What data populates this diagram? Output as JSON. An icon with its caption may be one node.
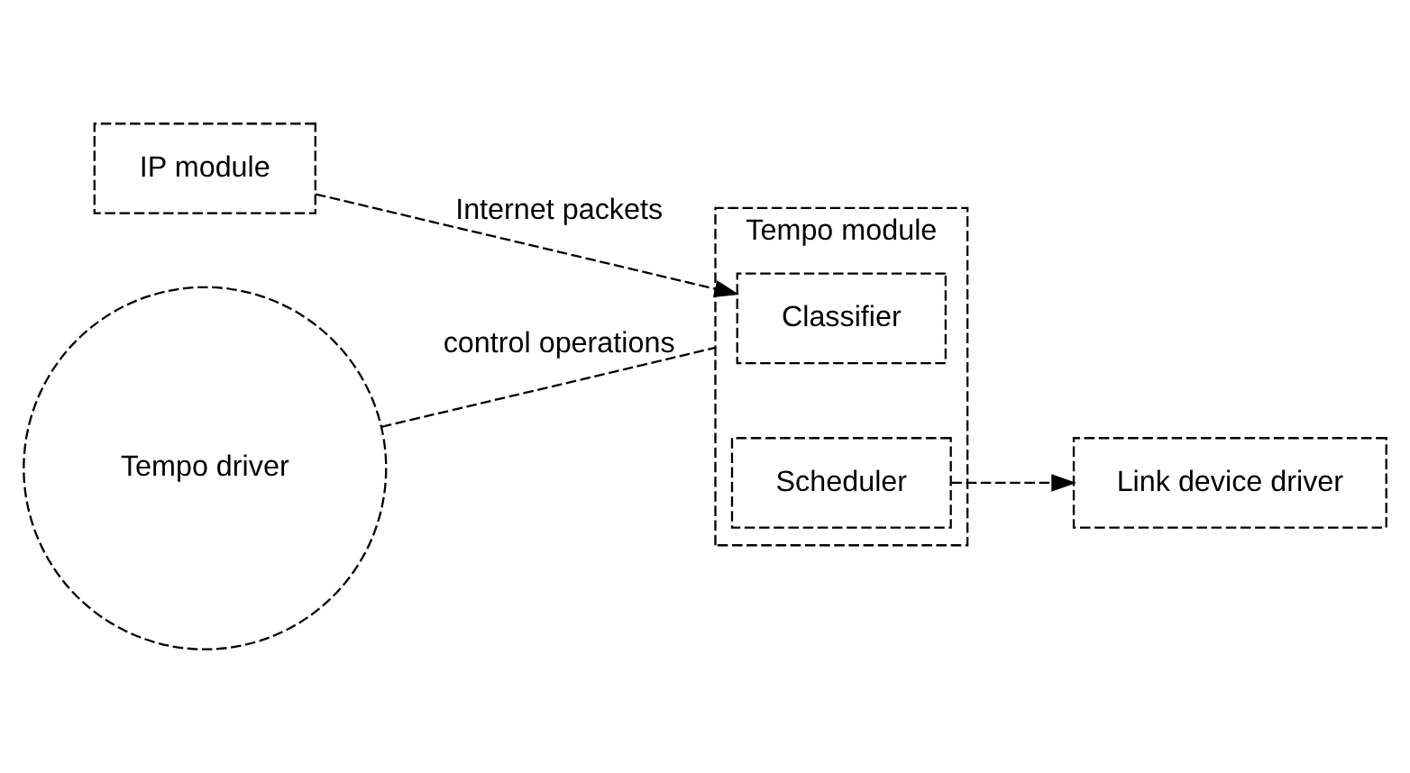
{
  "diagram": {
    "nodes": [
      {
        "text": [
          "IP module"
        ]
      },
      {
        "text": [
          "Tempo module"
        ]
      },
      {
        "text": [
          "Classifier"
        ],
        "in": 1
      },
      {
        "text": [
          "Scheduler"
        ],
        "in": 1
      },
      {
        "text": [
          "Link device driver"
        ]
      },
      {
        "text": [
          "Tempo driver"
        ]
      }
    ],
    "edges": [
      {
        "from": 0,
        "to": 2,
        "arrow": "to",
        "label": "Internet packets"
      },
      {
        "from": 3,
        "to": 4,
        "arrow": "to"
      },
      {
        "from": 5,
        "to": 1,
        "arrow": "none",
        "label": "control operations"
      }
    ]
  }
}
